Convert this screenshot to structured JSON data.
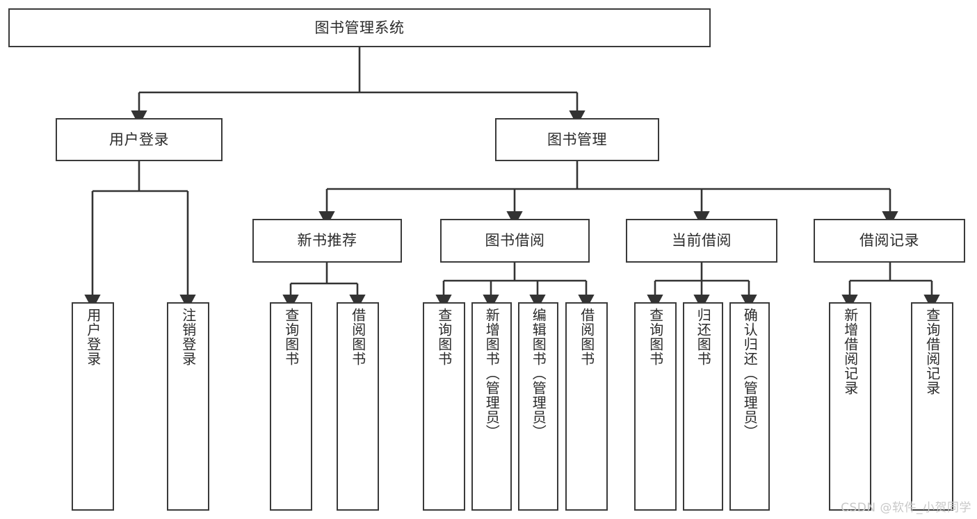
{
  "diagram": {
    "type": "tree-hierarchy",
    "title": "图书管理系统",
    "watermark": "CSDN @软件_小贺同学",
    "colors": {
      "box_border": "#3a3a3a",
      "box_fill": "#ffffff",
      "connector": "#333333",
      "text": "#2b2b2b",
      "watermark": "#c8c8c8",
      "background": "#ffffff"
    },
    "levels": {
      "root": {
        "label": "图书管理系统"
      },
      "level2": [
        {
          "id": "user-login",
          "label": "用户登录"
        },
        {
          "id": "book-management",
          "label": "图书管理"
        }
      ],
      "level3": [
        {
          "id": "new-book-recommend",
          "label": "新书推荐",
          "parent": "book-management"
        },
        {
          "id": "book-borrow",
          "label": "图书借阅",
          "parent": "book-management"
        },
        {
          "id": "current-borrow",
          "label": "当前借阅",
          "parent": "book-management"
        },
        {
          "id": "borrow-record",
          "label": "借阅记录",
          "parent": "book-management"
        }
      ],
      "leaves": [
        {
          "id": "leaf-user-login",
          "label": "用户登录",
          "parent": "user-login"
        },
        {
          "id": "leaf-user-logout",
          "label": "注销登录",
          "parent": "user-login"
        },
        {
          "id": "leaf-query-book-1",
          "label": "查询图书",
          "parent": "new-book-recommend"
        },
        {
          "id": "leaf-borrow-book-1",
          "label": "借阅图书",
          "parent": "new-book-recommend"
        },
        {
          "id": "leaf-query-book-2",
          "label": "查询图书",
          "parent": "book-borrow"
        },
        {
          "id": "leaf-add-book",
          "label": "新增图书（管理员）",
          "parent": "book-borrow"
        },
        {
          "id": "leaf-edit-book",
          "label": "编辑图书（管理员）",
          "parent": "book-borrow"
        },
        {
          "id": "leaf-borrow-book-2",
          "label": "借阅图书",
          "parent": "book-borrow"
        },
        {
          "id": "leaf-query-book-3",
          "label": "查询图书",
          "parent": "current-borrow"
        },
        {
          "id": "leaf-return-book",
          "label": "归还图书",
          "parent": "current-borrow"
        },
        {
          "id": "leaf-confirm-return",
          "label": "确认归还（管理员）",
          "parent": "current-borrow"
        },
        {
          "id": "leaf-add-record",
          "label": "新增借阅记录",
          "parent": "borrow-record"
        },
        {
          "id": "leaf-query-record",
          "label": "查询借阅记录",
          "parent": "borrow-record"
        }
      ]
    }
  }
}
